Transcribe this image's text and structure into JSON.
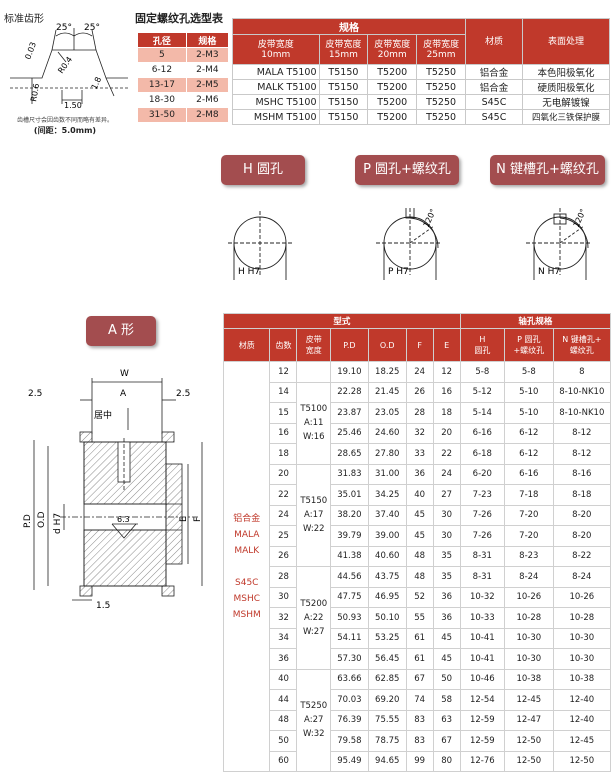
{
  "tooth_profile": {
    "title": "标准齿形",
    "angle_left": "25°",
    "angle_right": "25°",
    "dim_depth": "0.03",
    "dim_r04": "R0.4",
    "dim_r06": "R0.6",
    "dim_18": "1.8",
    "dim_150": "1.50",
    "note1": "齿槽尺寸会因齿数不同而略有差异。",
    "note2": "(间距：5.0mm)"
  },
  "bore_table": {
    "title": "固定螺纹孔选型表",
    "headers": [
      "孔径",
      "规格"
    ],
    "rows": [
      [
        "5",
        "2-M3"
      ],
      [
        "6-12",
        "2-M4"
      ],
      [
        "13-17",
        "2-M5"
      ],
      [
        "18-30",
        "2-M6"
      ],
      [
        "31-50",
        "2-M8"
      ]
    ]
  },
  "model_table": {
    "header_spec": "规格",
    "header_material": "材质",
    "header_surface": "表面处理",
    "width_headers": [
      [
        "皮带宽度",
        "10mm"
      ],
      [
        "皮带宽度",
        "15mm"
      ],
      [
        "皮带宽度",
        "20mm"
      ],
      [
        "皮带宽度",
        "25mm"
      ]
    ],
    "rows": [
      {
        "model": "MALA",
        "w15": "T5100",
        "w20": "T5150",
        "w25": "T5200",
        "w30": "T5250",
        "material": "铝合金",
        "surface": "本色阳极氧化"
      },
      {
        "model": "MALK",
        "w15": "T5100",
        "w20": "T5150",
        "w25": "T5200",
        "w30": "T5250",
        "material": "铝合金",
        "surface": "硬质阳极氧化"
      },
      {
        "model": "MSHC",
        "w15": "T5100",
        "w20": "T5150",
        "w25": "T5200",
        "w30": "T5250",
        "material": "S45C",
        "surface": "无电解镀镍"
      },
      {
        "model": "MSHM",
        "w15": "T5100",
        "w20": "T5150",
        "w25": "T5200",
        "w30": "T5250",
        "material": "S45C",
        "surface": "四氧化三铁保护膜"
      }
    ]
  },
  "buttons": {
    "h_hole": "H 圆孔",
    "p_hole": "P 圆孔+螺纹孔",
    "n_hole": "N 键槽孔+螺纹孔",
    "a_shape": "A 形"
  },
  "hole_diagrams": {
    "h_label": "H  H7",
    "p_label": "P  H7",
    "n_label": "N  H7",
    "angle": "120°"
  },
  "section_drawing": {
    "w": "W",
    "a": "A",
    "dim_25_left": "2.5",
    "dim_25_right": "2.5",
    "center": "居中",
    "pd": "P.D",
    "od": "O.D",
    "dh7": "d H7",
    "e": "E",
    "f": "F",
    "rough": "6.3",
    "dim_15": "1.5"
  },
  "spec_table": {
    "header_model": "型式",
    "header_shaft": "轴孔规格",
    "col_material": "材质",
    "col_teeth": "齿数",
    "col_width": [
      "皮带",
      "宽度"
    ],
    "col_pd": "P.D",
    "col_od": "O.D",
    "col_f": "F",
    "col_e": "E",
    "col_h": [
      "H",
      "圆孔"
    ],
    "col_p": [
      "P 圆孔",
      "+螺纹孔"
    ],
    "col_n": [
      "N 键槽孔+",
      "螺纹孔"
    ],
    "materials": [
      "铝合金",
      "MALA",
      "MALK",
      "",
      "S45C",
      "MSHC",
      "MSHM"
    ],
    "width_groups": [
      {
        "lines": [
          "T5100",
          "A:11",
          "W:16"
        ]
      },
      {
        "lines": [
          "T5150",
          "A:17",
          "W:22"
        ]
      },
      {
        "lines": [
          "T5200",
          "A:22",
          "W:27"
        ]
      },
      {
        "lines": [
          "T5250",
          "A:27",
          "W:32"
        ]
      }
    ],
    "rows": [
      [
        "12",
        "19.10",
        "18.25",
        "24",
        "12",
        "5-8",
        "5-8",
        "8"
      ],
      [
        "14",
        "22.28",
        "21.45",
        "26",
        "16",
        "5-12",
        "5-10",
        "8-10-NK10"
      ],
      [
        "15",
        "23.87",
        "23.05",
        "28",
        "18",
        "5-14",
        "5-10",
        "8-10-NK10"
      ],
      [
        "16",
        "25.46",
        "24.60",
        "32",
        "20",
        "6-16",
        "6-12",
        "8-12"
      ],
      [
        "18",
        "28.65",
        "27.80",
        "33",
        "22",
        "6-18",
        "6-12",
        "8-12"
      ],
      [
        "20",
        "31.83",
        "31.00",
        "36",
        "24",
        "6-20",
        "6-16",
        "8-16"
      ],
      [
        "22",
        "35.01",
        "34.25",
        "40",
        "27",
        "7-23",
        "7-18",
        "8-18"
      ],
      [
        "24",
        "38.20",
        "37.40",
        "45",
        "30",
        "7-26",
        "7-20",
        "8-20"
      ],
      [
        "25",
        "39.79",
        "39.00",
        "45",
        "30",
        "7-26",
        "7-20",
        "8-20"
      ],
      [
        "26",
        "41.38",
        "40.60",
        "48",
        "35",
        "8-31",
        "8-23",
        "8-22"
      ],
      [
        "28",
        "44.56",
        "43.75",
        "48",
        "35",
        "8-31",
        "8-24",
        "8-24"
      ],
      [
        "30",
        "47.75",
        "46.95",
        "52",
        "36",
        "10-32",
        "10-26",
        "10-26"
      ],
      [
        "32",
        "50.93",
        "50.10",
        "55",
        "36",
        "10-33",
        "10-28",
        "10-28"
      ],
      [
        "34",
        "54.11",
        "53.25",
        "61",
        "45",
        "10-41",
        "10-30",
        "10-30"
      ],
      [
        "36",
        "57.30",
        "56.45",
        "61",
        "45",
        "10-41",
        "10-30",
        "10-30"
      ],
      [
        "40",
        "63.66",
        "62.85",
        "67",
        "50",
        "10-46",
        "10-38",
        "10-38"
      ],
      [
        "44",
        "70.03",
        "69.20",
        "74",
        "58",
        "12-54",
        "12-45",
        "12-40"
      ],
      [
        "48",
        "76.39",
        "75.55",
        "83",
        "63",
        "12-59",
        "12-47",
        "12-40"
      ],
      [
        "50",
        "79.58",
        "78.75",
        "83",
        "67",
        "12-59",
        "12-50",
        "12-45"
      ],
      [
        "60",
        "95.49",
        "94.65",
        "99",
        "80",
        "12-76",
        "12-50",
        "12-50"
      ]
    ]
  }
}
